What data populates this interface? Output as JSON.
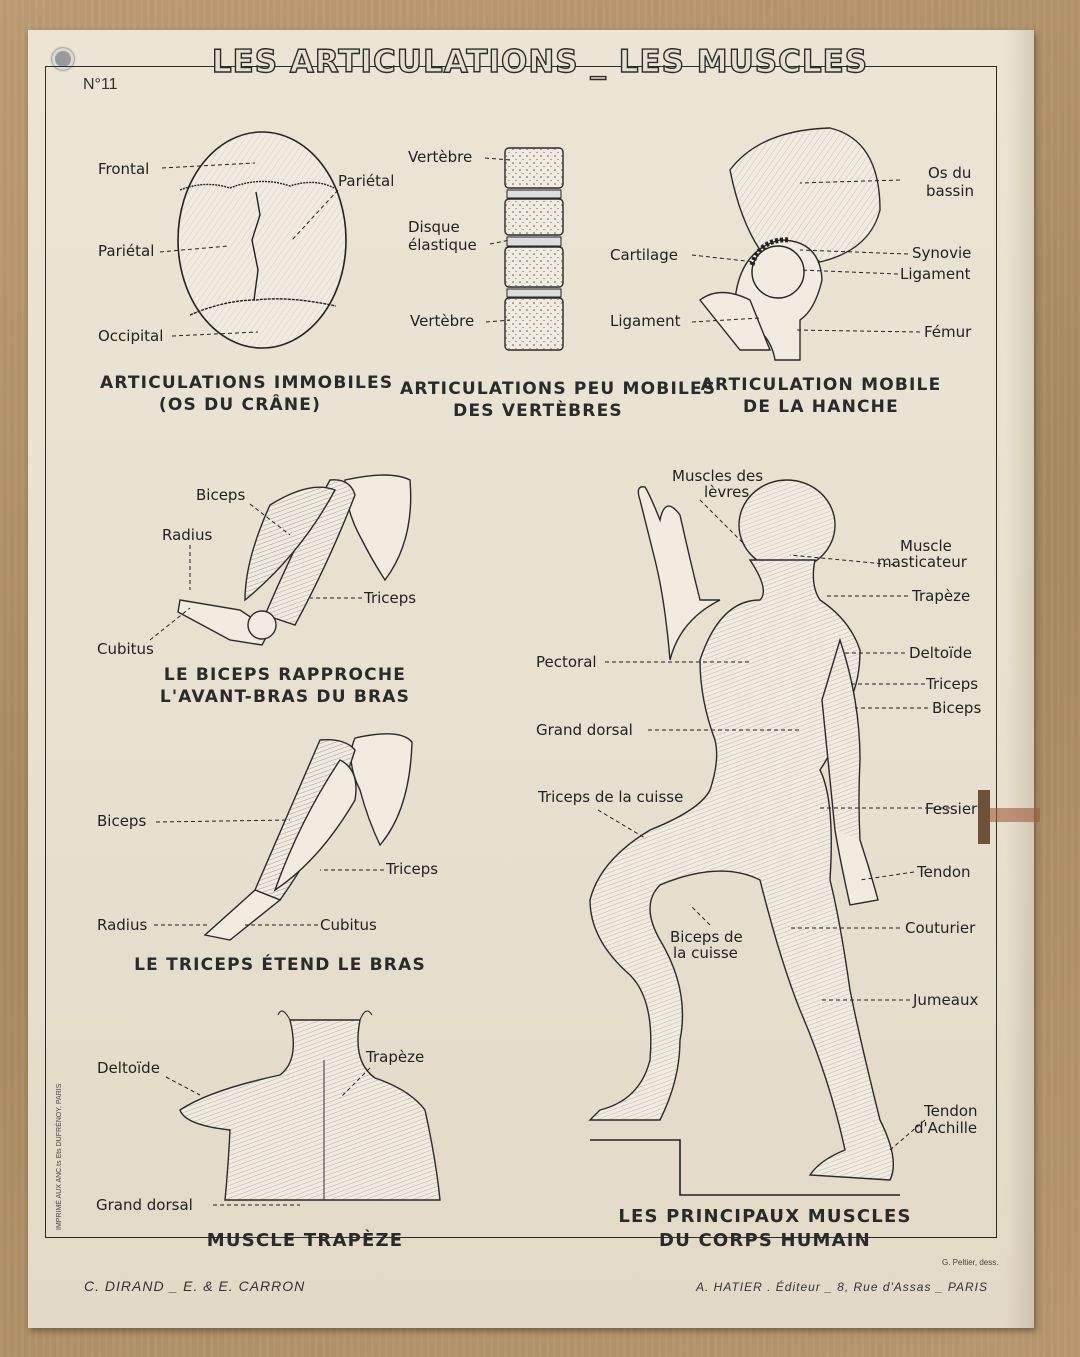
{
  "poster": {
    "title": "LES ARTICULATIONS _ LES MUSCLES",
    "number": "N°11"
  },
  "skull": {
    "labels": {
      "frontal": "Frontal",
      "parietal_right": "Pariétal",
      "parietal_left": "Pariétal",
      "occipital": "Occipital"
    },
    "caption_1": "ARTICULATIONS IMMOBILES",
    "caption_2": "(OS DU CRÂNE)"
  },
  "spine": {
    "labels": {
      "vertebre_top": "Vertèbre",
      "disque_1": "Disque",
      "disque_2": "élastique",
      "vertebre_bottom": "Vertèbre"
    },
    "caption_1": "ARTICULATIONS PEU MOBILES",
    "caption_2": "DES VERTÈBRES"
  },
  "hip": {
    "labels": {
      "os_1": "Os du",
      "os_2": "bassin",
      "cartilage": "Cartilage",
      "synovie": "Synovie",
      "ligament_right": "Ligament",
      "ligament_left": "Ligament",
      "femur": "Fémur"
    },
    "caption_1": "ARTICULATION MOBILE",
    "caption_2": "DE LA HANCHE"
  },
  "arm_flex": {
    "labels": {
      "biceps": "Biceps",
      "radius": "Radius",
      "triceps": "Triceps",
      "cubitus": "Cubitus"
    },
    "caption_1": "LE BICEPS RAPPROCHE",
    "caption_2": "L'AVANT-BRAS DU BRAS"
  },
  "arm_extend": {
    "labels": {
      "biceps": "Biceps",
      "triceps": "Triceps",
      "radius": "Radius",
      "cubitus": "Cubitus"
    },
    "caption": "LE TRICEPS ÉTEND LE BRAS"
  },
  "back": {
    "labels": {
      "deltoide": "Deltoïde",
      "trapeze": "Trapèze",
      "grand_dorsal": "Grand dorsal"
    },
    "caption": "MUSCLE TRAPÈZE",
    "printer": "IMPRIMÉ AUX ANC.ts Ets DUFRÉNOY, PARIS"
  },
  "body": {
    "labels": {
      "levres_1": "Muscles des",
      "levres_2": "lèvres",
      "masticateur_1": "Muscle",
      "masticateur_2": "masticateur",
      "trapeze": "Trapèze",
      "deltoide": "Deltoïde",
      "pectoral": "Pectoral",
      "triceps": "Triceps",
      "biceps": "Biceps",
      "grand_dorsal": "Grand dorsal",
      "triceps_cuisse": "Triceps de la cuisse",
      "fessier": "Fessier",
      "tendon": "Tendon",
      "couturier": "Couturier",
      "biceps_cuisse_1": "Biceps de",
      "biceps_cuisse_2": "la cuisse",
      "jumeaux": "Jumeaux",
      "achille_1": "Tendon",
      "achille_2": "d'Achille"
    },
    "caption_1": "LES PRINCIPAUX MUSCLES",
    "caption_2": "DU CORPS HUMAIN",
    "artist": "G. Peltier, dess."
  },
  "footer": {
    "authors": "C. DIRAND _ E. & E. CARRON",
    "publisher": "A. HATIER . Éditeur _ 8, Rue d'Assas _ PARIS"
  }
}
